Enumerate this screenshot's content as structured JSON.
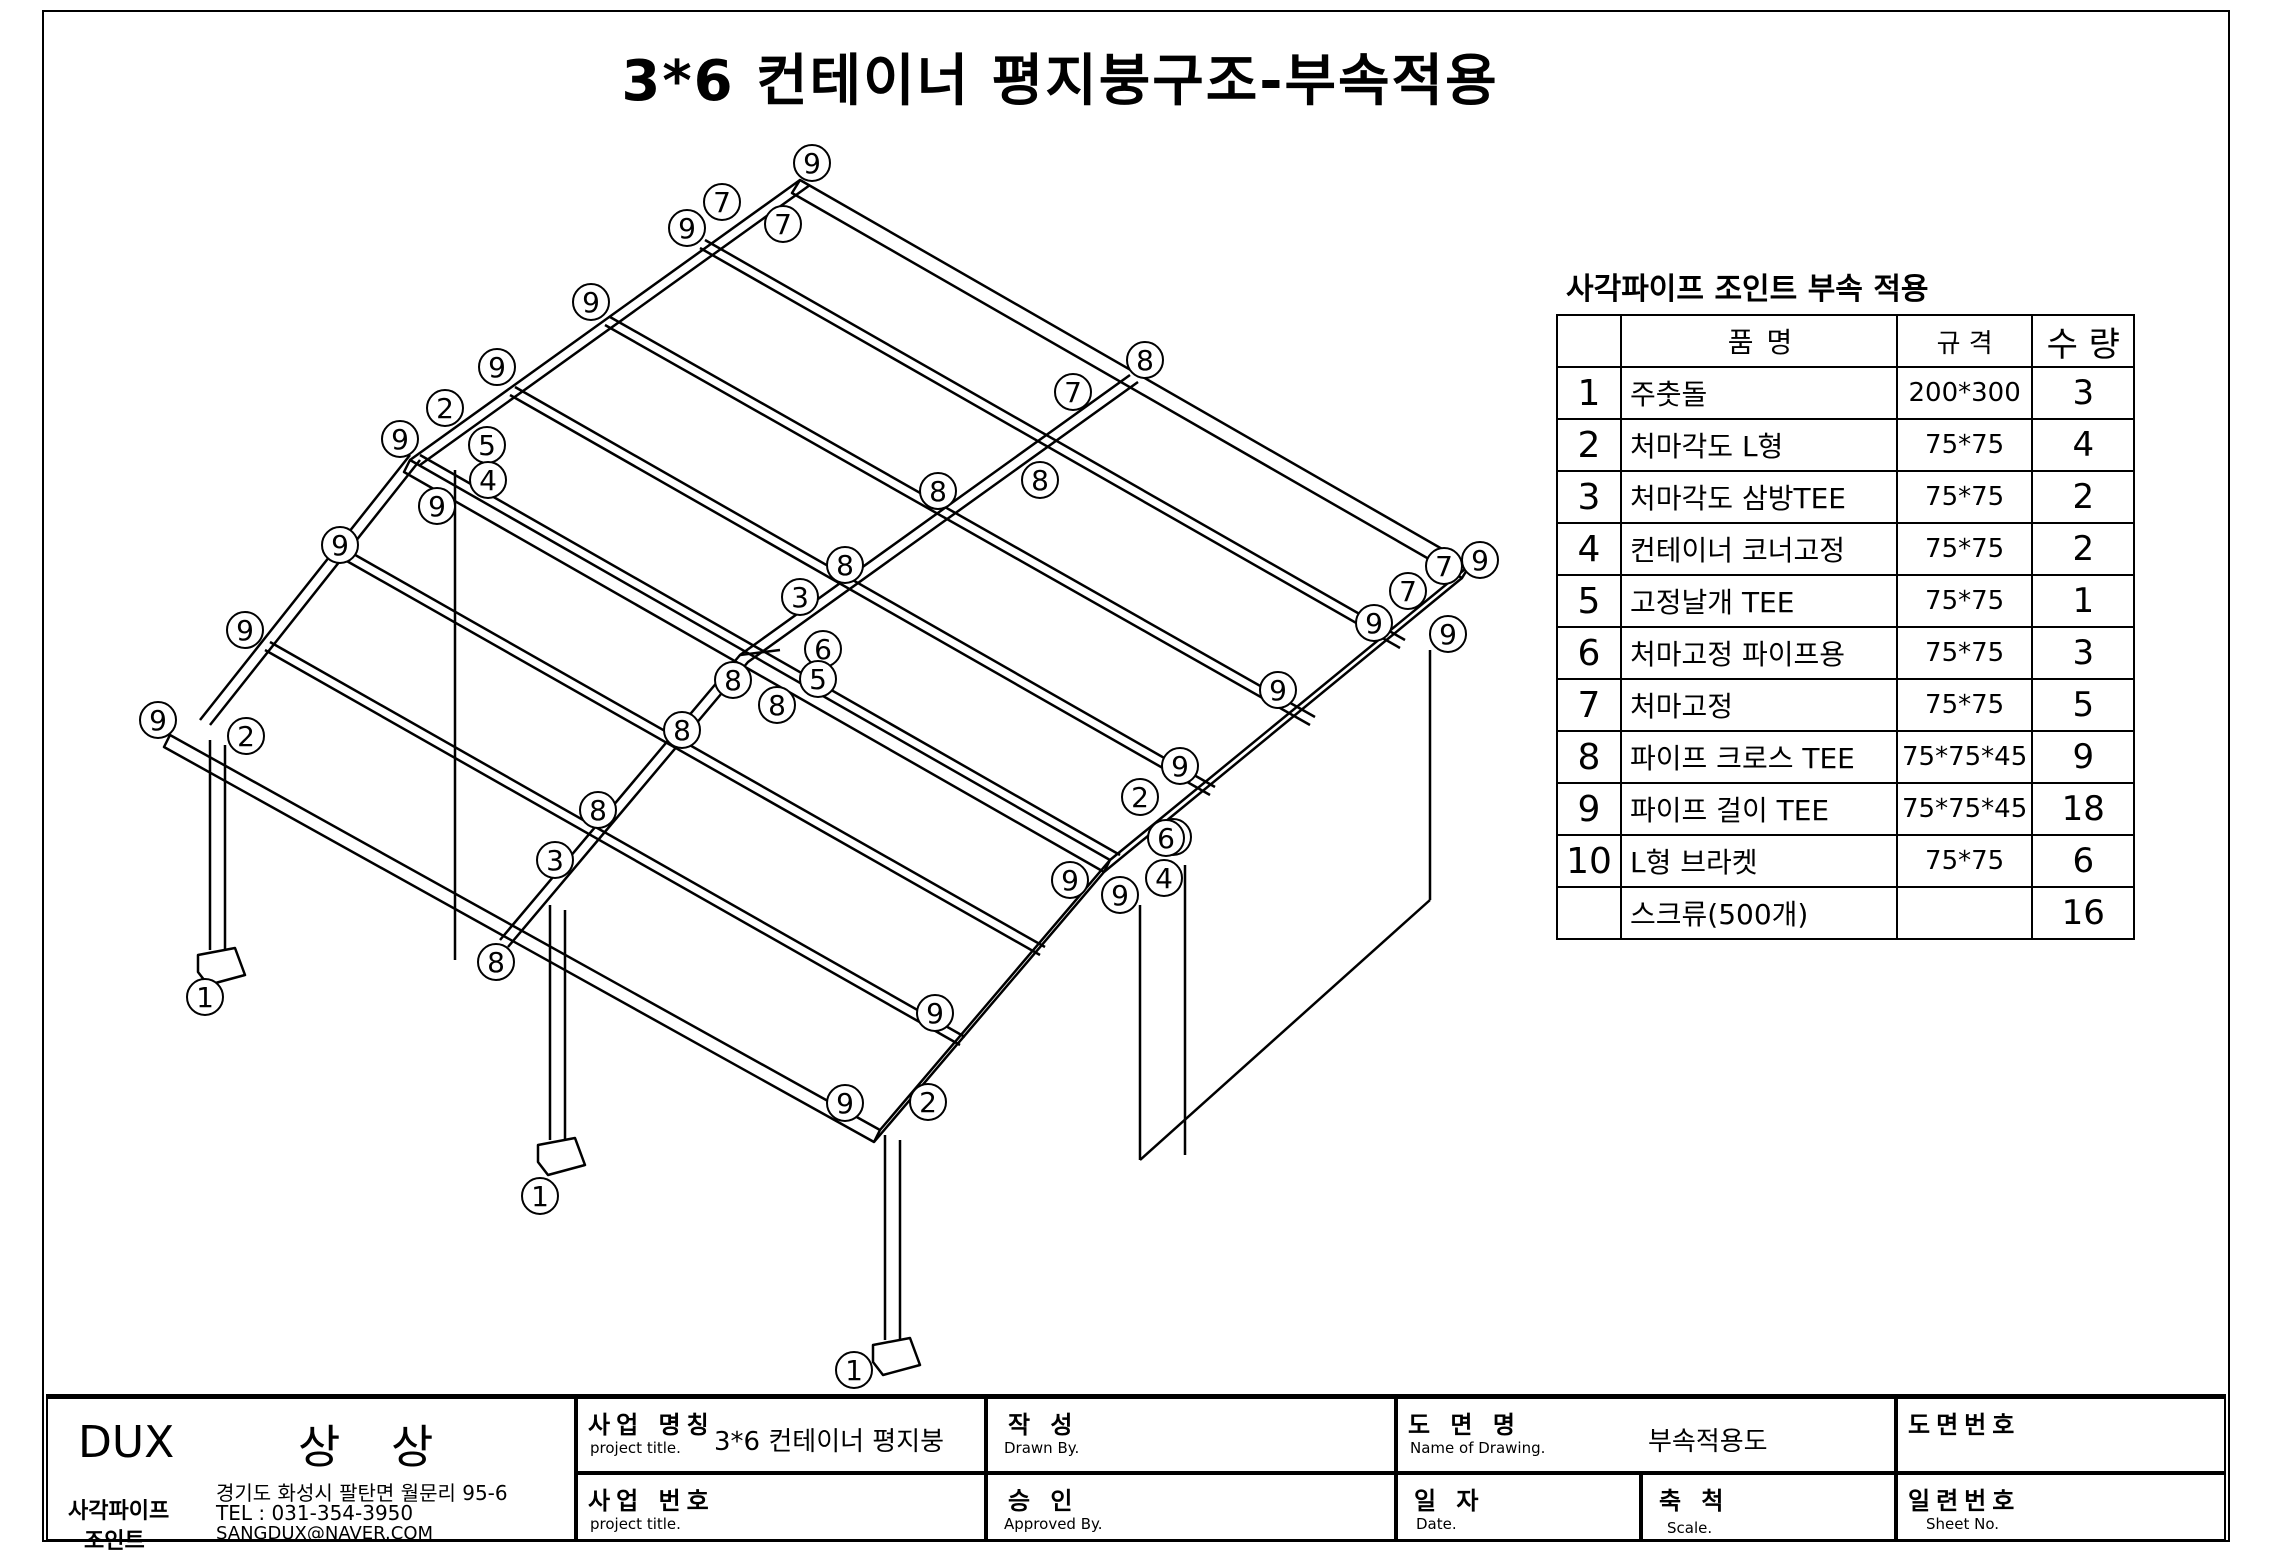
{
  "title": "3*6 컨테이너 평지붕구조-부속적용",
  "parts_table": {
    "caption": "사각파이프 조인트 부속 적용",
    "headers": {
      "name": "품       명",
      "spec": "규    격",
      "qty": "수  량"
    },
    "rows": [
      {
        "no": "1",
        "name": "주춧돌",
        "spec": "200*300",
        "qty": "3"
      },
      {
        "no": "2",
        "name": "처마각도 L형",
        "spec": "75*75",
        "qty": "4"
      },
      {
        "no": "3",
        "name": "처마각도 삼방TEE",
        "spec": "75*75",
        "qty": "2"
      },
      {
        "no": "4",
        "name": "컨테이너 코너고정",
        "spec": "75*75",
        "qty": "2"
      },
      {
        "no": "5",
        "name": "고정날개 TEE",
        "spec": "75*75",
        "qty": "1"
      },
      {
        "no": "6",
        "name": "처마고정 파이프용",
        "spec": "75*75",
        "qty": "3"
      },
      {
        "no": "7",
        "name": "처마고정",
        "spec": "75*75",
        "qty": "5"
      },
      {
        "no": "8",
        "name": "파이프 크로스 TEE",
        "spec": "75*75*45",
        "qty": "9"
      },
      {
        "no": "9",
        "name": "파이프 걸이 TEE",
        "spec": "75*75*45",
        "qty": "18"
      },
      {
        "no": "10",
        "name": "L형 브라켓",
        "spec": "75*75",
        "qty": "6"
      },
      {
        "no": "",
        "name": "스크류(500개)",
        "spec": "",
        "qty": "16"
      }
    ]
  },
  "callouts": [
    {
      "label": "9"
    },
    {
      "label": "7"
    },
    {
      "label": "9"
    },
    {
      "label": "7"
    },
    {
      "label": "9"
    },
    {
      "label": "9"
    },
    {
      "label": "2"
    },
    {
      "label": "9"
    },
    {
      "label": "5"
    },
    {
      "label": "4"
    },
    {
      "label": "9"
    },
    {
      "label": "9"
    },
    {
      "label": "9"
    },
    {
      "label": "9"
    },
    {
      "label": "2"
    },
    {
      "label": "8"
    },
    {
      "label": "7"
    },
    {
      "label": "8"
    },
    {
      "label": "8"
    },
    {
      "label": "8"
    },
    {
      "label": "3"
    },
    {
      "label": "6"
    },
    {
      "label": "5"
    },
    {
      "label": "8"
    },
    {
      "label": "8"
    },
    {
      "label": "8"
    },
    {
      "label": "8"
    },
    {
      "label": "3"
    },
    {
      "label": "8"
    },
    {
      "label": "9"
    },
    {
      "label": "9"
    },
    {
      "label": "9"
    },
    {
      "label": "9"
    },
    {
      "label": "2"
    },
    {
      "label": "9"
    },
    {
      "label": "9"
    },
    {
      "label": "7"
    },
    {
      "label": "9"
    },
    {
      "label": "7"
    },
    {
      "label": "9"
    },
    {
      "label": "2"
    },
    {
      "label": "6"
    },
    {
      "label": "4"
    },
    {
      "label": "9"
    },
    {
      "label": "9"
    },
    {
      "label": "1"
    },
    {
      "label": "1"
    },
    {
      "label": "1"
    }
  ],
  "title_block": {
    "brand": "DUX",
    "company": "상 상",
    "company_sub1": "사각파이프",
    "company_sub2": "조인트",
    "address": "경기도 화성시 팔탄면 월문리 95-6",
    "tel": "TEL : 031-354-3950",
    "email": "SANGDUX@NAVER.COM",
    "project_name_label": "사업 명칭",
    "project_name_sub": "project title.",
    "project_name_value": "3*6 컨테이너 평지붕",
    "project_no_label": "사업 번호",
    "project_no_sub": "project title.",
    "drawn_label": "작  성",
    "drawn_sub": "Drawn By.",
    "approved_label": "승  인",
    "approved_sub": "Approved By.",
    "drawing_name_label": "도 면 명",
    "drawing_name_sub": "Name of Drawing.",
    "drawing_name_value": "부속적용도",
    "date_label": "일 자",
    "date_sub": "Date.",
    "scale_label": "축 척",
    "scale_sub": "Scale.",
    "drawing_no_label": "도면번호",
    "sheet_no_label": "일련번호",
    "sheet_no_sub": "Sheet No."
  }
}
